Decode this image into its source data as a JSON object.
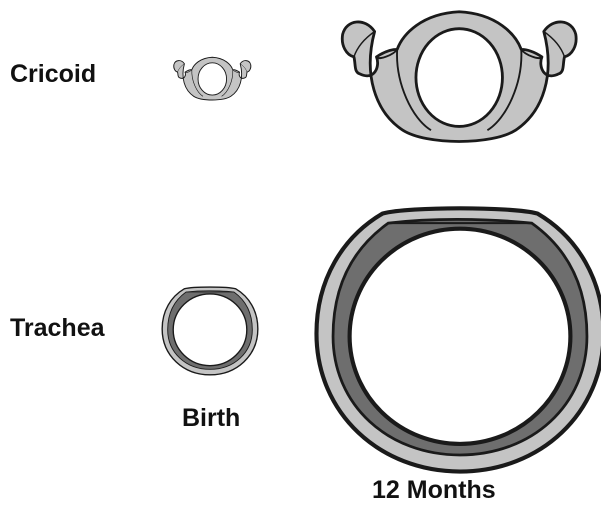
{
  "labels": {
    "cricoid": "Cricoid",
    "trachea": "Trachea",
    "birth": "Birth",
    "twelve_months": "12 Months"
  },
  "colors": {
    "cartilage": "#c4c4c4",
    "muscle": "#6e6e6e",
    "outline": "#1a1a1a",
    "background": "#ffffff"
  }
}
